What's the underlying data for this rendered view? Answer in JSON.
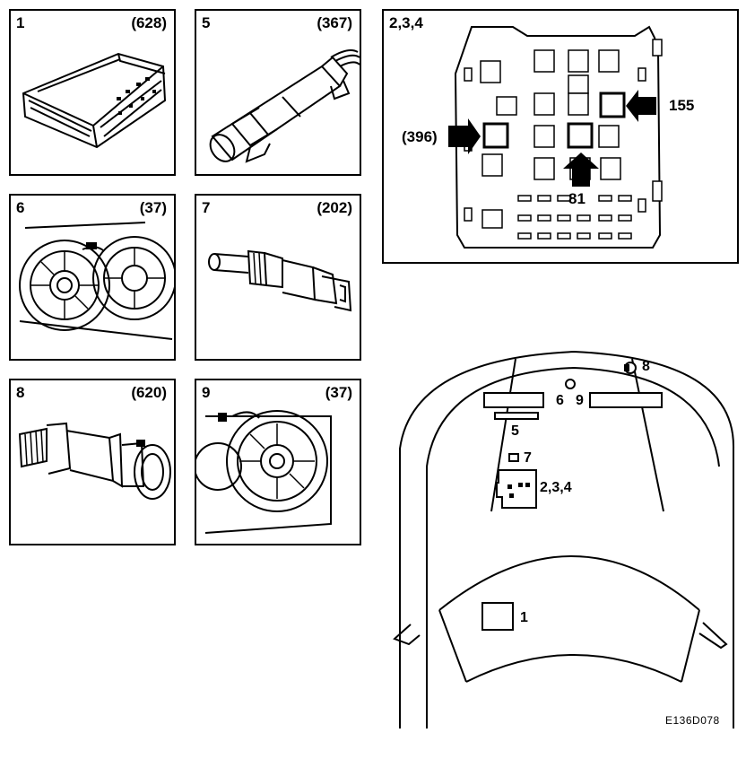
{
  "panels": [
    {
      "id": "p1",
      "number": "1",
      "ref": "(628)",
      "component": "control-module"
    },
    {
      "id": "p5",
      "number": "5",
      "ref": "(367)",
      "component": "cylindrical-sensor"
    },
    {
      "id": "p6",
      "number": "6",
      "ref": "(37)",
      "component": "twin-cooling-fan"
    },
    {
      "id": "p7",
      "number": "7",
      "ref": "(202)",
      "component": "temperature-sensor"
    },
    {
      "id": "p8",
      "number": "8",
      "ref": "(620)",
      "component": "pressure-switch"
    },
    {
      "id": "p9",
      "number": "9",
      "ref": "(37)",
      "component": "cooling-fan"
    }
  ],
  "fusebox": {
    "number": "2,3,4",
    "callout_left": "(396)",
    "callout_right": "155",
    "callout_bottom": "81"
  },
  "vehicle": {
    "labels": {
      "l8": "8",
      "l6": "6",
      "l9": "9",
      "l5": "5",
      "l7": "7",
      "l234": "2,3,4",
      "l1": "1"
    }
  },
  "figure_code": "E136D078"
}
